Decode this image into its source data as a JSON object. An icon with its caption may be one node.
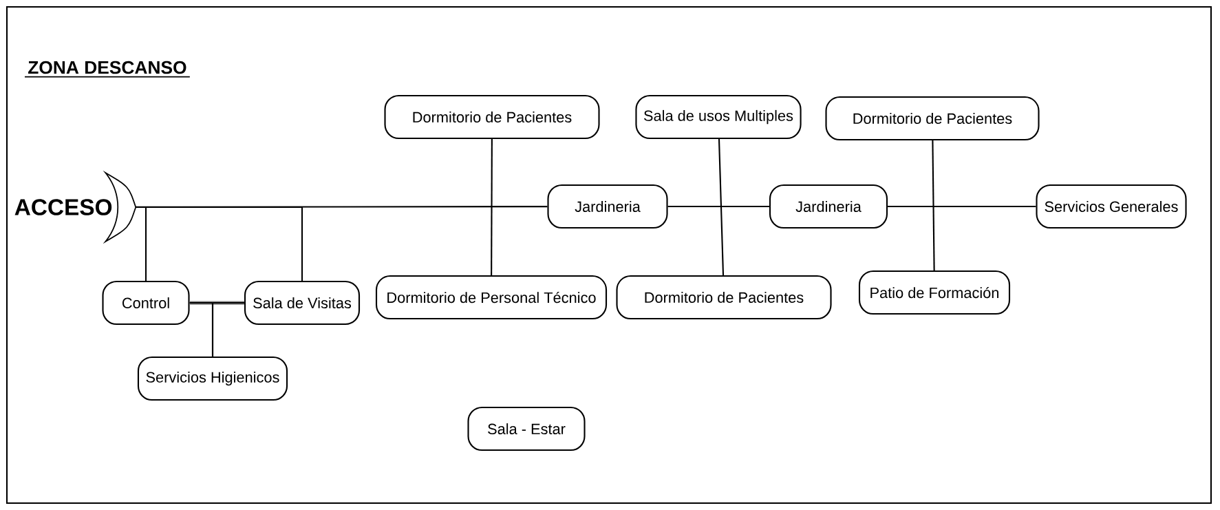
{
  "diagram": {
    "title": "ZONA DESCANSO",
    "nodes": [
      {
        "text": [
          "ACCESO"
        ]
      },
      {
        "text": [
          "Dormitorio de Pacientes"
        ]
      },
      {
        "text": [
          "Sala de usos Multiples"
        ]
      },
      {
        "text": [
          "Dormitorio de Pacientes"
        ]
      },
      {
        "text": [
          "Jardineria"
        ]
      },
      {
        "text": [
          "Jardineria"
        ]
      },
      {
        "text": [
          "Servicios Generales"
        ]
      },
      {
        "text": [
          "Control"
        ]
      },
      {
        "text": [
          "Sala de Visitas"
        ]
      },
      {
        "text": [
          "Dormitorio de Personal Técnico"
        ]
      },
      {
        "text": [
          "Dormitorio de Pacientes"
        ]
      },
      {
        "text": [
          "Patio de Formación"
        ]
      },
      {
        "text": [
          "Servicios Higienicos"
        ]
      },
      {
        "text": [
          "Sala - Estar"
        ]
      }
    ],
    "edges": [
      {
        "from": 0,
        "to": 4,
        "arrow": "none"
      },
      {
        "from": 4,
        "to": 5,
        "arrow": "none"
      },
      {
        "from": 5,
        "to": 6,
        "arrow": "none"
      },
      {
        "from": 0,
        "to": 7,
        "arrow": "none"
      },
      {
        "from": 0,
        "to": 8,
        "arrow": "none"
      },
      {
        "from": 1,
        "to": 9,
        "arrow": "none"
      },
      {
        "from": 2,
        "to": 10,
        "arrow": "none"
      },
      {
        "from": 3,
        "to": 11,
        "arrow": "none"
      },
      {
        "from": 7,
        "to": 8,
        "arrow": "none",
        "style": "thick",
        "color": "#808080"
      },
      {
        "from": 7,
        "to": 12,
        "arrow": "none"
      },
      {
        "from": 8,
        "to": 12,
        "arrow": "none"
      }
    ]
  }
}
